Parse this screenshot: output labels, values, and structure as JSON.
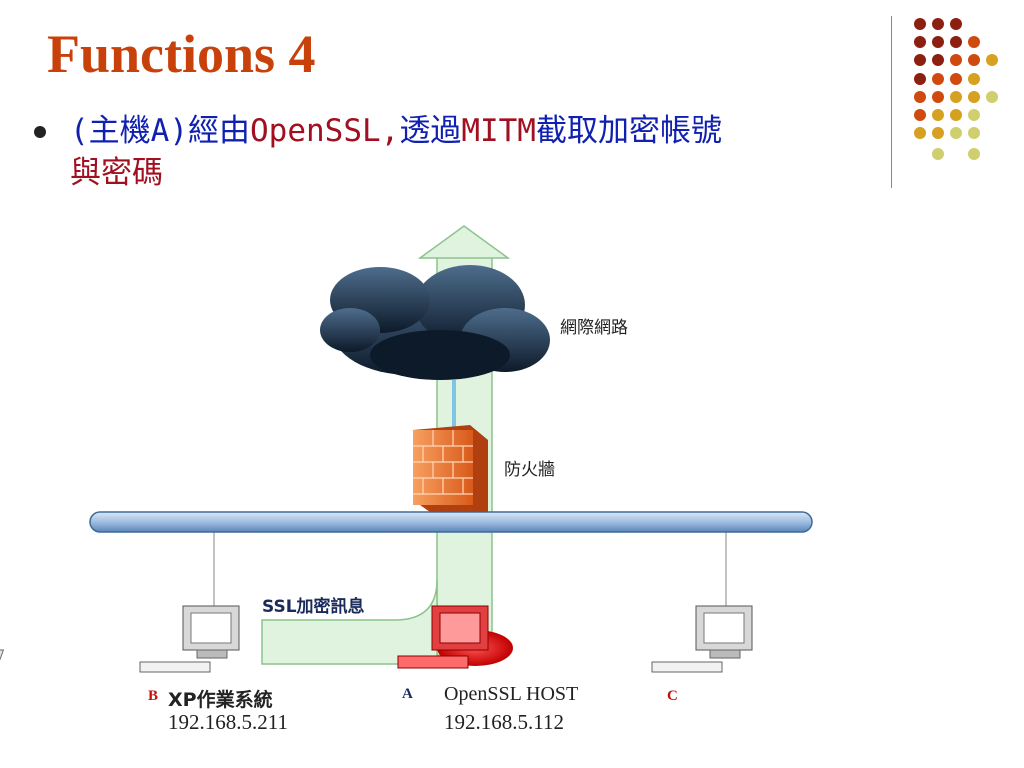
{
  "slide": {
    "title": "Functions 4",
    "bullet": {
      "part1": "(主機A)",
      "part2": "經由",
      "part3": "OpenSSL,",
      "part4": "透過",
      "part5": "MITM",
      "part6": "截取加密帳號",
      "part7": "與密碼"
    }
  },
  "diagram": {
    "internet_label": "網際網路",
    "firewall_label": "防火牆",
    "ssl_label": "SSL加密訊息",
    "host_b": {
      "letter": "B",
      "name": "XP作業系統",
      "ip": "192.168.5.211"
    },
    "host_a": {
      "letter": "A",
      "name": "OpenSSL HOST",
      "ip": "192.168.5.112"
    },
    "host_c": {
      "letter": "C"
    }
  },
  "colors": {
    "title": "#c8400a",
    "bullet_blue": "#1020b0",
    "bullet_red": "#a01020",
    "dot_dark_red": "#8b2010",
    "dot_orange": "#d04a10",
    "dot_gold": "#d6a020",
    "dot_olive": "#cfcf70"
  }
}
